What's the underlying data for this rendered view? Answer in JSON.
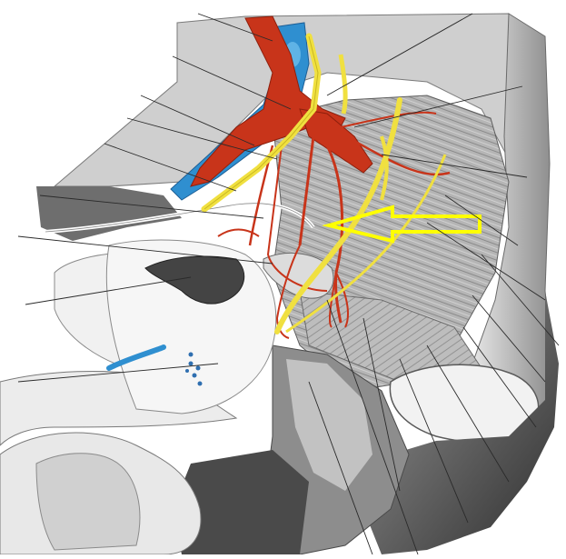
{
  "figure": {
    "kind": "anatomical illustration",
    "labels": [],
    "leader_line_count": 22,
    "colors": {
      "background": "#ffffff",
      "artery": "#c8341a",
      "artery_dark": "#8e1f0c",
      "vein": "#2f8fd0",
      "vein_dark": "#1d5f96",
      "nerve": "#f0e040",
      "nerve_dark": "#c9b820",
      "tissue": "#d9d9d9",
      "muscle_shadow": "#3a3a3a",
      "bone_light": "#f2f2f2",
      "highlight_arrow": "#ffff00"
    },
    "highlight_arrow": {
      "direction": "left",
      "outline_only": true
    }
  }
}
